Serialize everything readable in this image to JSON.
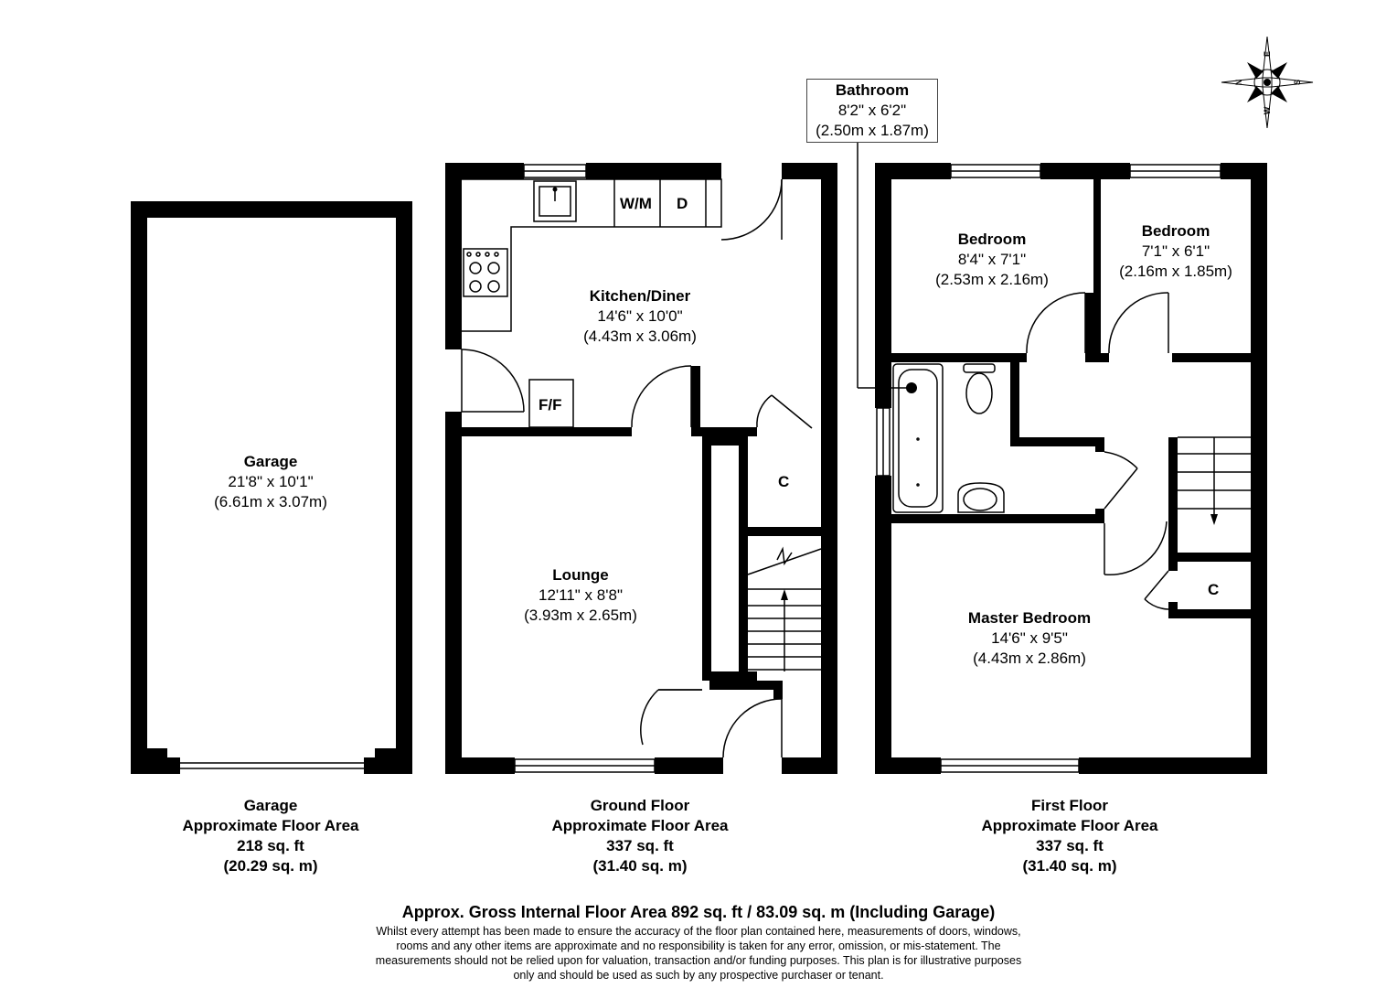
{
  "rooms": {
    "garage": {
      "name": "Garage",
      "dim_imperial": "21'8\" x 10'1\"",
      "dim_metric": "(6.61m x 3.07m)"
    },
    "kitchen": {
      "name": "Kitchen/Diner",
      "dim_imperial": "14'6\" x 10'0\"",
      "dim_metric": "(4.43m x 3.06m)"
    },
    "lounge": {
      "name": "Lounge",
      "dim_imperial": "12'11\" x 8'8\"",
      "dim_metric": "(3.93m x 2.65m)"
    },
    "bathroom": {
      "name": "Bathroom",
      "dim_imperial": "8'2\" x 6'2\"",
      "dim_metric": "(2.50m x 1.87m)"
    },
    "bedroom1": {
      "name": "Bedroom",
      "dim_imperial": "8'4\" x 7'1\"",
      "dim_metric": "(2.53m x 2.16m)"
    },
    "bedroom2": {
      "name": "Bedroom",
      "dim_imperial": "7'1\" x 6'1\"",
      "dim_metric": "(2.16m x 1.85m)"
    },
    "master": {
      "name": "Master Bedroom",
      "dim_imperial": "14'6\" x 9'5\"",
      "dim_metric": "(4.43m x 2.86m)"
    }
  },
  "fixtures": {
    "washing_machine": "W/M",
    "dishwasher": "D",
    "fridge_freezer": "F/F",
    "cupboard_ground": "C",
    "cupboard_first": "C"
  },
  "summaries": {
    "garage": {
      "floor": "Garage",
      "label": "Approximate Floor Area",
      "sqft": "218 sq. ft",
      "sqm": "(20.29 sq. m)"
    },
    "ground": {
      "floor": "Ground Floor",
      "label": "Approximate Floor Area",
      "sqft": "337 sq. ft",
      "sqm": "(31.40 sq. m)"
    },
    "first": {
      "floor": "First Floor",
      "label": "Approximate Floor Area",
      "sqft": "337 sq. ft",
      "sqm": "(31.40 sq. m)"
    }
  },
  "compass": {
    "letters": [
      "N",
      "E",
      "S",
      "W"
    ]
  },
  "footer": {
    "gross": "Approx. Gross Internal Floor Area 892 sq. ft / 83.09 sq. m (Including Garage)",
    "disclaimer_1": "Whilst every attempt has been made to ensure the accuracy of the floor plan contained here, measurements of doors, windows,",
    "disclaimer_2": "rooms and any other items are approximate and no responsibility is taken for any error, omission, or mis-statement. The",
    "disclaimer_3": "measurements should not be relied upon for valuation, transaction and/or funding purposes. This plan is for illustrative purposes",
    "disclaimer_4": "only and should be used as such by any prospective purchaser or tenant."
  }
}
